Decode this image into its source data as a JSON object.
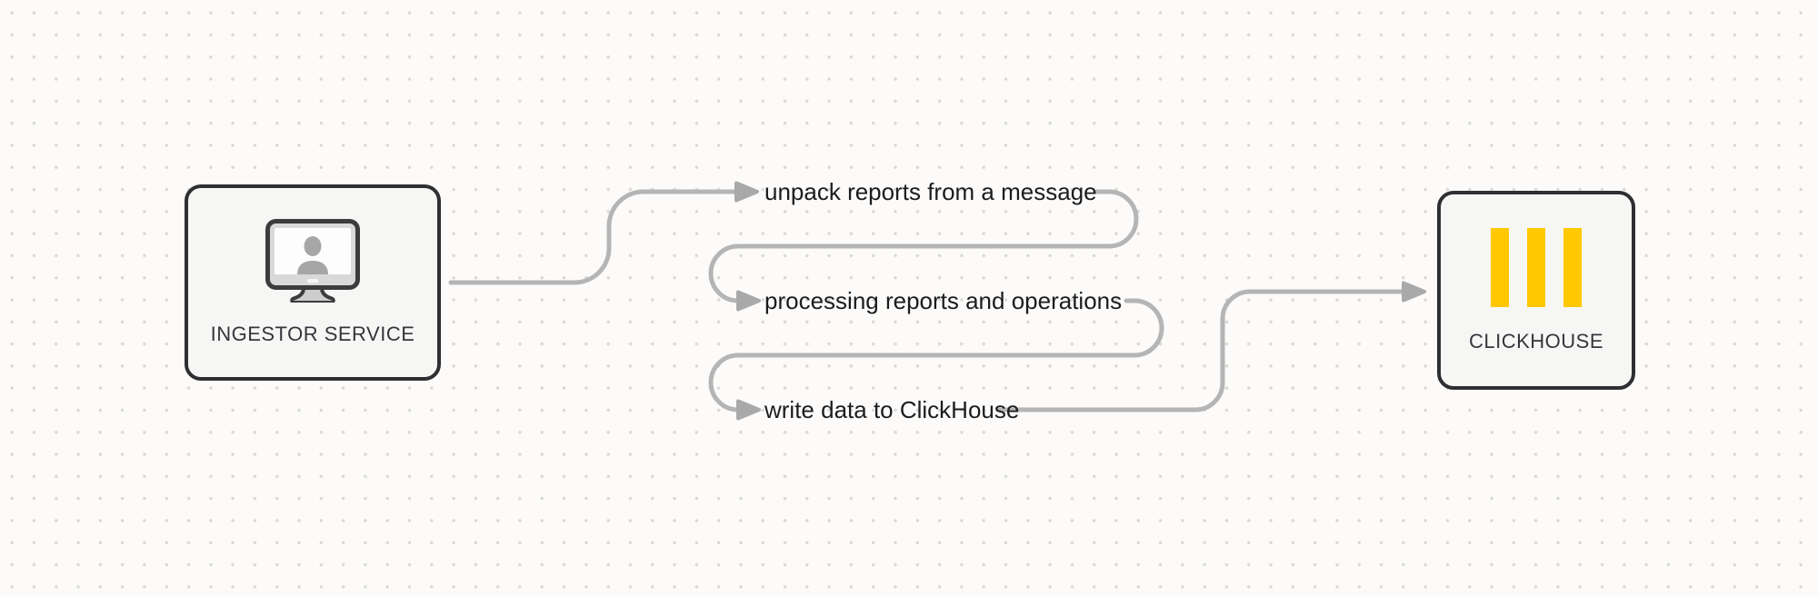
{
  "diagram": {
    "title": "ingestor-service-to-clickhouse-flow"
  },
  "nodes": {
    "ingestor": {
      "label": "INGESTOR SERVICE",
      "icon": "monitor-user-icon"
    },
    "clickhouse": {
      "label": "CLICKHOUSE",
      "icon": "clickhouse-logo-icon"
    }
  },
  "steps": [
    {
      "label": "unpack reports from a message"
    },
    {
      "label": "processing reports and operations"
    },
    {
      "label": "write data to ClickHouse"
    }
  ],
  "colors": {
    "bg": "#fcfbfa",
    "dot": "#d9d9d7",
    "line": "#b5b5b5",
    "arrow": "#a9a9a9",
    "border": "#2d2f32",
    "node_fill": "#f6f7f5",
    "text": "#1b1c1e",
    "label": "#34363c",
    "logo": "#ffc800"
  }
}
